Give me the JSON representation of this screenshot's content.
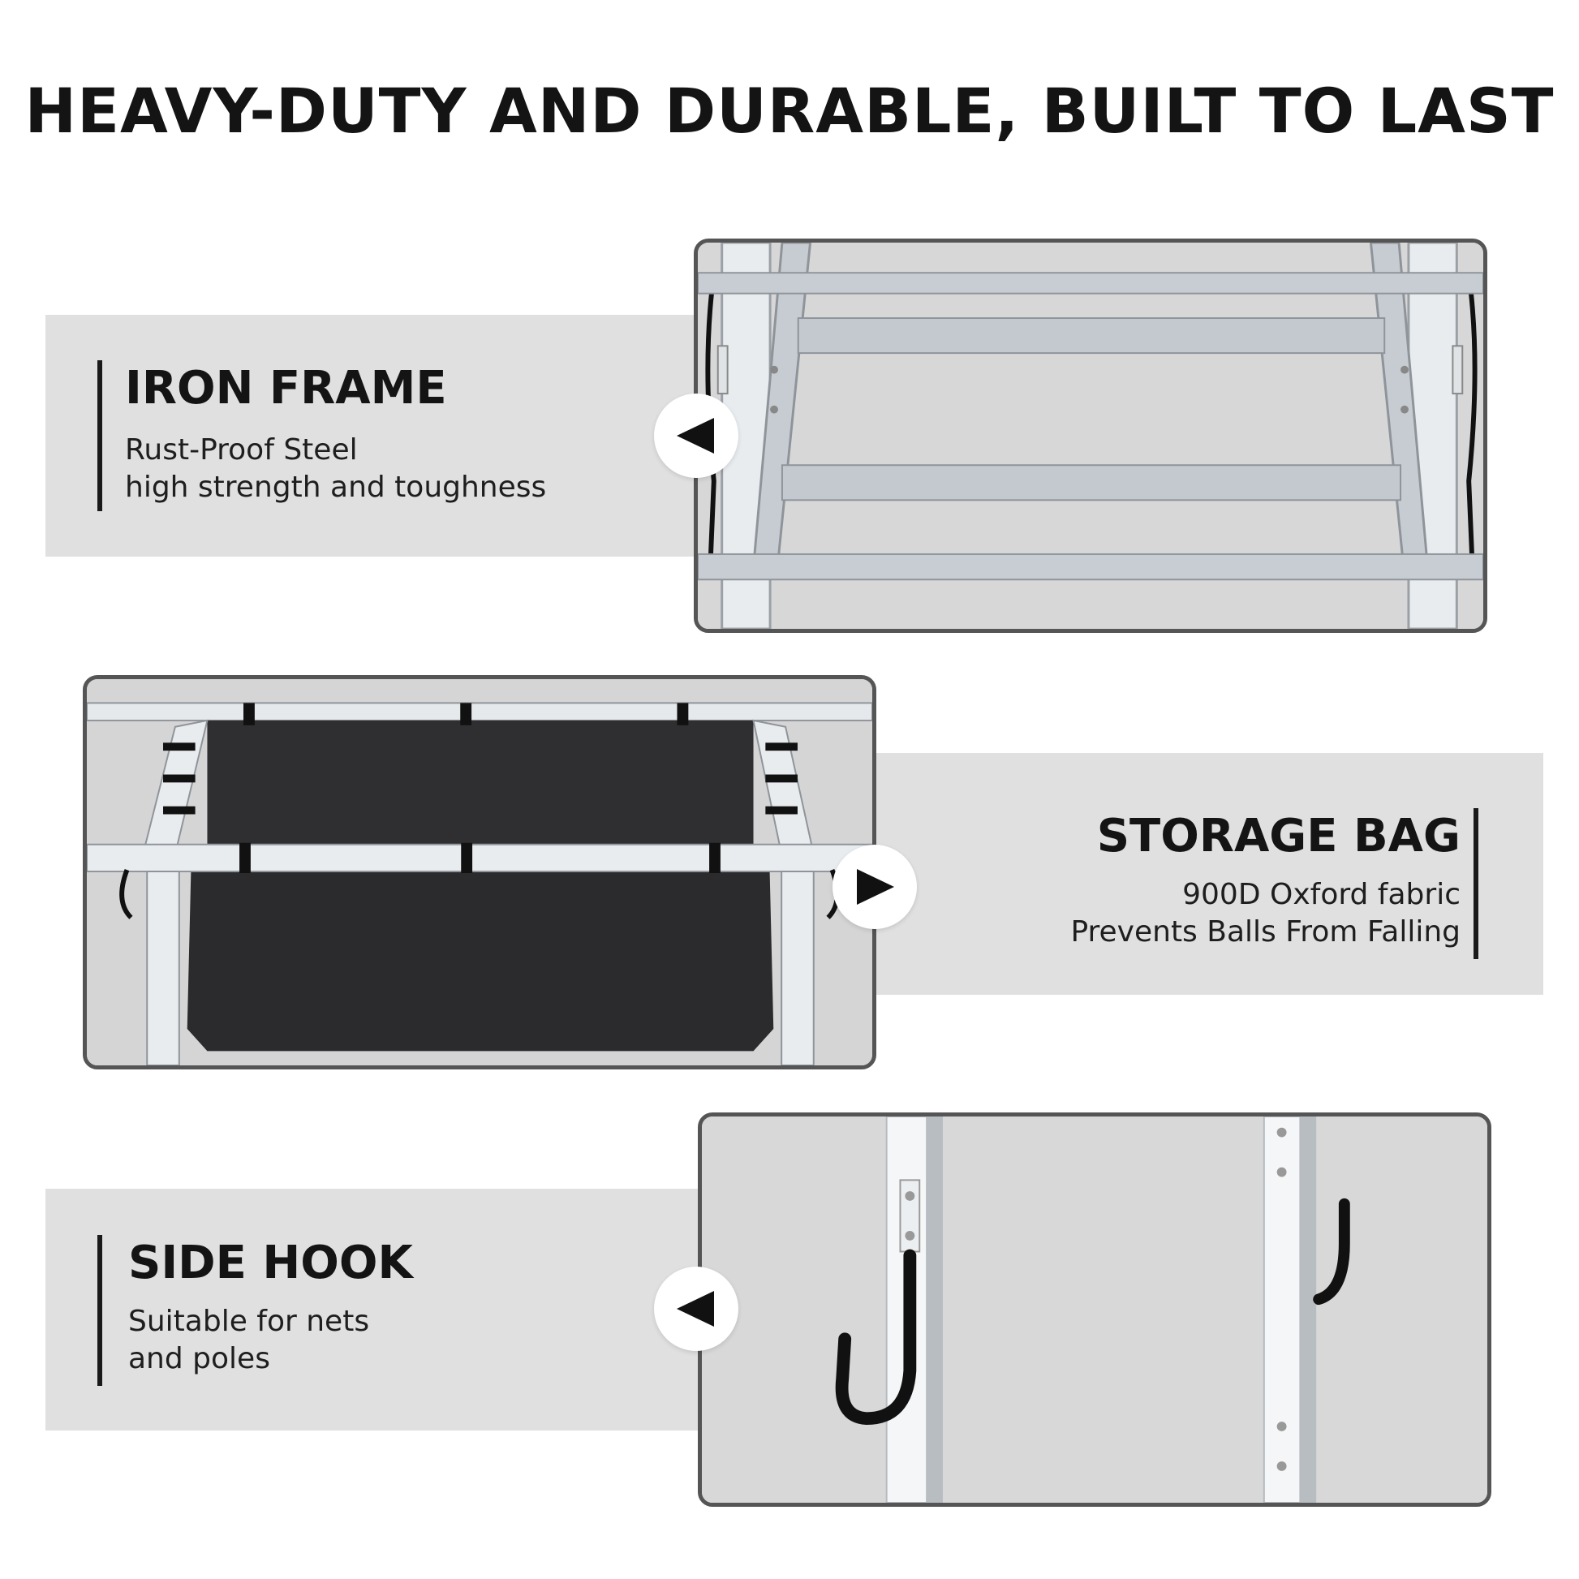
{
  "headline": "HEAVY-DUTY AND DURABLE, BUILT TO LAST",
  "features": [
    {
      "title": "IRON FRAME",
      "desc_lines": [
        "Rust-Proof Steel",
        "high strength and toughness"
      ],
      "arrow": "left-arrow-icon"
    },
    {
      "title": "STORAGE BAG",
      "desc_lines": [
        "900D Oxford fabric",
        "Prevents Balls From Falling"
      ],
      "arrow": "right-arrow-icon"
    },
    {
      "title": "SIDE HOOK",
      "desc_lines": [
        "Suitable for nets",
        "and poles"
      ],
      "arrow": "left-arrow-icon"
    }
  ],
  "colors": {
    "band": "#e0e0e0",
    "frame_border": "#555555",
    "text": "#141414",
    "steel": "#c9ced4",
    "fabric": "#2e2e30"
  }
}
